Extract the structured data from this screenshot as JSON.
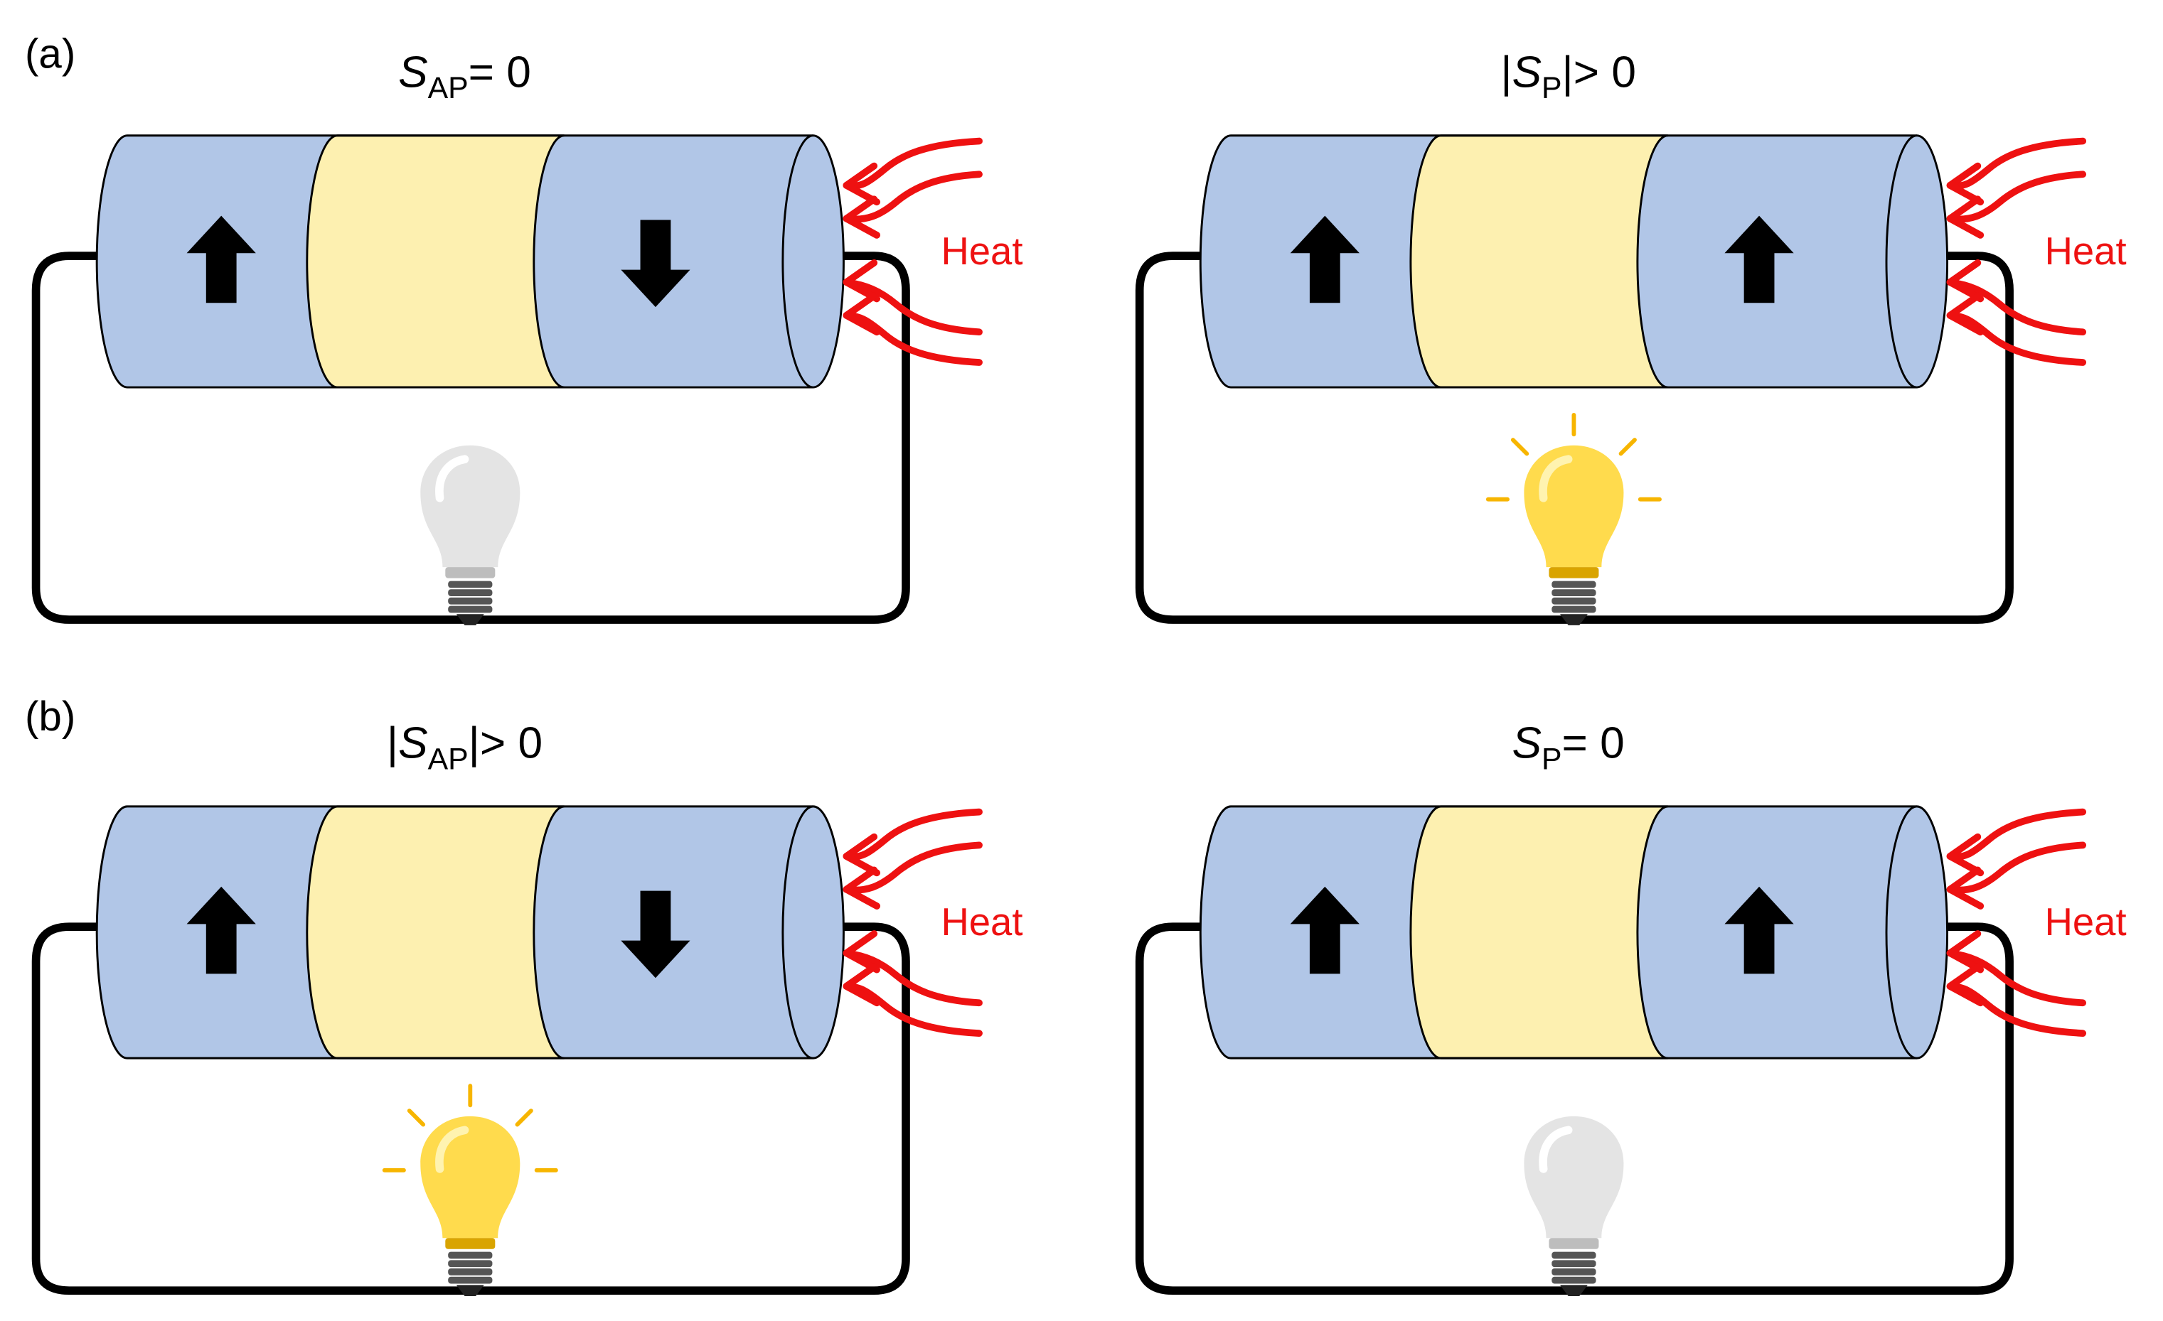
{
  "panel_labels": [
    "(a)",
    "(b)"
  ],
  "heat_label": "Heat",
  "colors": {
    "ferromagnet": "#b1c6e7",
    "spacer": "#fdf0b0",
    "outline": "#000000",
    "wire": "#000000",
    "heat_arrow": "#ee1111",
    "heat_text": "#ee1111",
    "bulb_on": "#ffdb4d",
    "bulb_on_rays": "#f7b500",
    "bulb_off": "#e4e4e4",
    "bulb_base": "#555555"
  },
  "diagrams": [
    {
      "id": "a-antiparallel",
      "row": "a",
      "title": {
        "symbol": "S",
        "subscript": "AP",
        "relation": "= 0",
        "absolute": false
      },
      "left_magnet": "up-arrow-icon",
      "right_magnet": "down-arrow-icon",
      "bulb": "off"
    },
    {
      "id": "a-parallel",
      "row": "a",
      "title": {
        "symbol": "S",
        "subscript": "P",
        "relation": "> 0",
        "absolute": true
      },
      "left_magnet": "up-arrow-icon",
      "right_magnet": "up-arrow-icon",
      "bulb": "on"
    },
    {
      "id": "b-antiparallel",
      "row": "b",
      "title": {
        "symbol": "S",
        "subscript": "AP",
        "relation": "> 0",
        "absolute": true
      },
      "left_magnet": "up-arrow-icon",
      "right_magnet": "down-arrow-icon",
      "bulb": "on"
    },
    {
      "id": "b-parallel",
      "row": "b",
      "title": {
        "symbol": "S",
        "subscript": "P",
        "relation": "= 0",
        "absolute": false
      },
      "left_magnet": "up-arrow-icon",
      "right_magnet": "up-arrow-icon",
      "bulb": "off"
    }
  ]
}
